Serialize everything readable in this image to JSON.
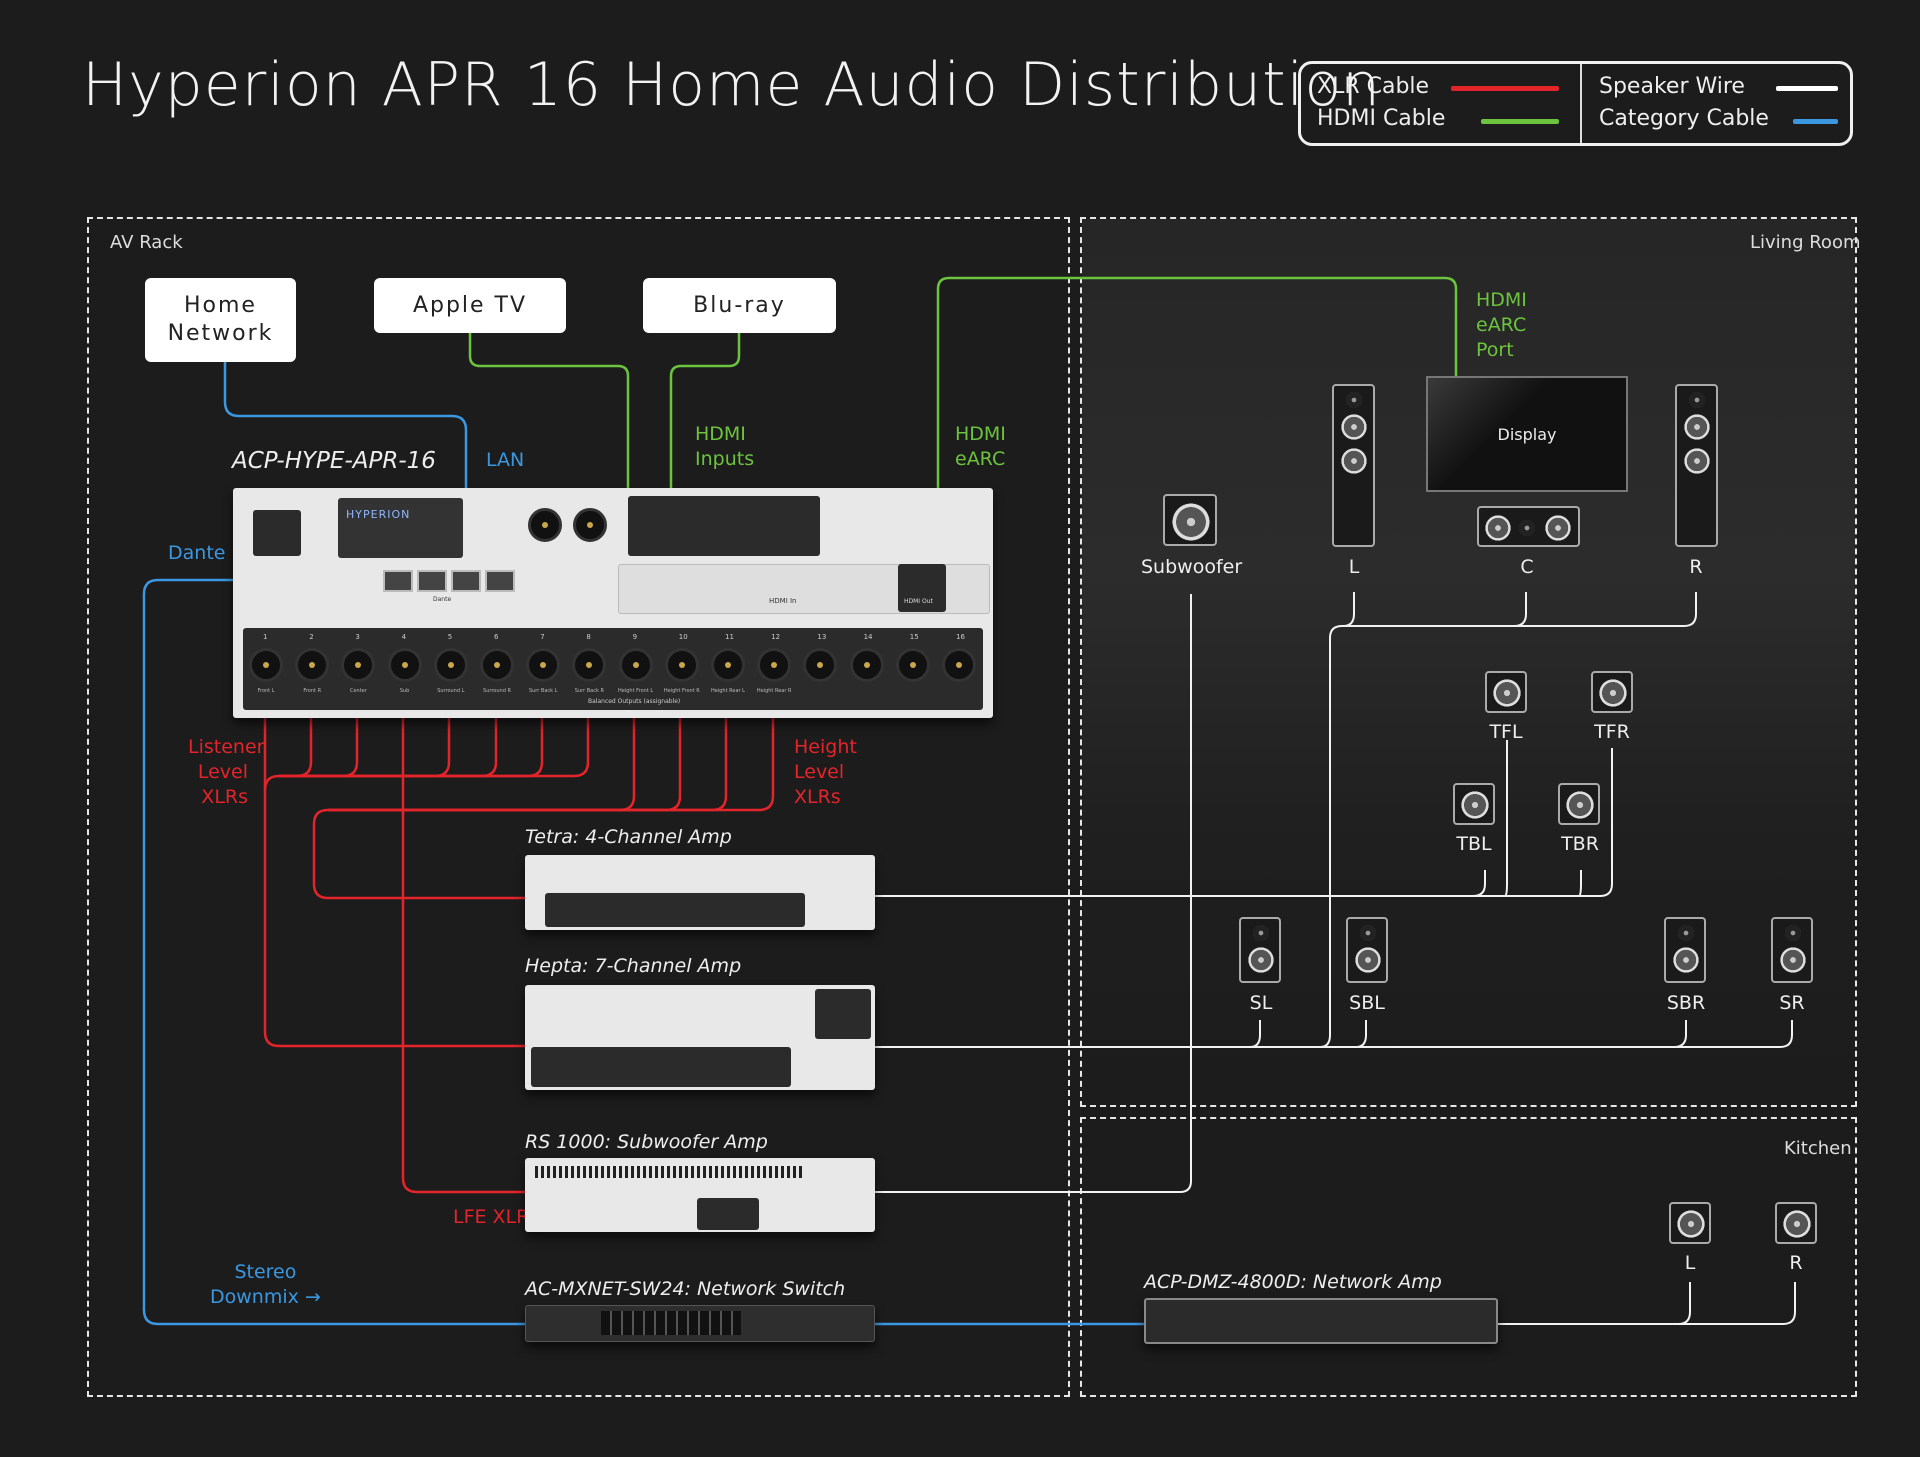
{
  "title": "Hyperion APR 16 Home Audio Distribution",
  "legend": {
    "items": [
      {
        "label": "XLR Cable",
        "color": "#e3242b"
      },
      {
        "label": "HDMI Cable",
        "color": "#6cc33d"
      },
      {
        "label": "Speaker Wire",
        "color": "#ffffff"
      },
      {
        "label": "Category Cable",
        "color": "#3a97e0"
      }
    ]
  },
  "zones": {
    "av_rack": "AV Rack",
    "living_room": "Living Room",
    "kitchen": "Kitchen"
  },
  "sources": {
    "home_network": [
      "Home",
      "Network"
    ],
    "apple_tv": "Apple TV",
    "bluray": "Blu-ray"
  },
  "devices": {
    "processor": "ACP-HYPE-APR-16",
    "tetra": "Tetra: 4-Channel Amp",
    "hepta": "Hepta: 7-Channel Amp",
    "rs1000": "RS 1000: Subwoofer Amp",
    "switch": "AC-MXNET-SW24: Network Switch",
    "dmz": "ACP-DMZ-4800D: Network Amp",
    "display": "Display"
  },
  "annotations": {
    "lan": "LAN",
    "dante": "Dante",
    "hdmi_inputs": [
      "HDMI",
      "Inputs"
    ],
    "hdmi_earc": [
      "HDMI",
      "eARC"
    ],
    "hdmi_earc_port": [
      "HDMI",
      "eARC",
      "Port"
    ],
    "listener_level": [
      "Listener",
      "Level",
      "XLRs"
    ],
    "height_level": [
      "Height",
      "Level",
      "XLRs"
    ],
    "lfe_xlr": "LFE XLR",
    "stereo_downmix": [
      "Stereo",
      "Downmix →"
    ]
  },
  "processor_panel": {
    "brand": "HYPERION",
    "output_numbers": [
      "1",
      "2",
      "3",
      "4",
      "5",
      "6",
      "7",
      "8",
      "9",
      "10",
      "11",
      "12",
      "13",
      "14",
      "15",
      "16"
    ],
    "output_names": [
      "Front L",
      "Front R",
      "Center",
      "Sub",
      "Surround L",
      "Surround R",
      "Surr Back L",
      "Surr Back R",
      "Height Front L",
      "Height Front R",
      "Height Rear L",
      "Height Rear R",
      "",
      "",
      "",
      ""
    ],
    "balanced_label": "Balanced Outputs (assignable)",
    "hdmi_in_label": "HDMI In",
    "hdmi_out_label": "HDMI Out",
    "dante_label": "Dante"
  },
  "speakers": {
    "living_room": [
      "Subwoofer",
      "L",
      "C",
      "R",
      "TFL",
      "TFR",
      "TBL",
      "TBR",
      "SL",
      "SBL",
      "SBR",
      "SR"
    ],
    "kitchen": [
      "L",
      "R"
    ]
  }
}
